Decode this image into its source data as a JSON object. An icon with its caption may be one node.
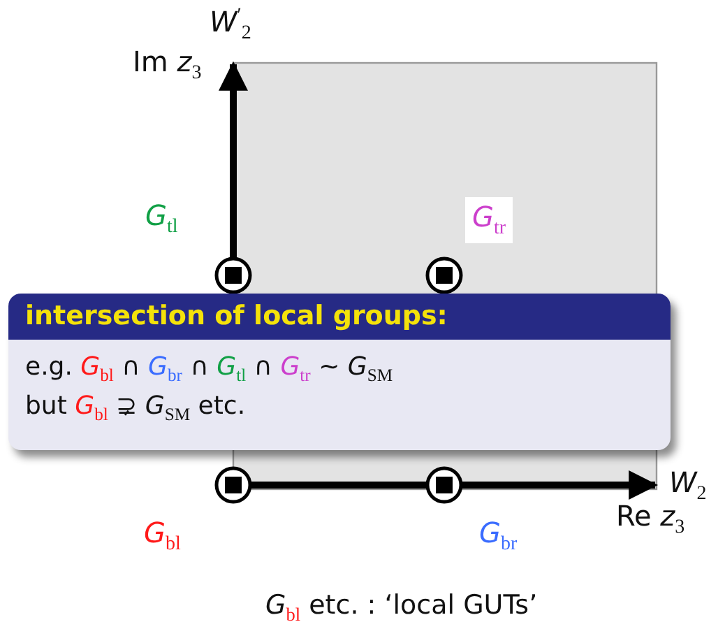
{
  "diagram": {
    "nodes": [
      {
        "text": [
          "intersection of local groups:",
          "e.g. *G*$_{bl}$ ∩ *G*$_{br}$ ∩ *G*$_{tl}$ ∩ *G*$_{tr}$ ∼ *G*$_{SM}$",
          "but *G*$_{bl}$ ⊋ *G*$_{SM}$ etc."
        ]
      }
    ],
    "labels": [
      "*W*$^{′}$$_{2}$",
      "Im *z*$_{3}$",
      "*G*$_{tl}$",
      "*G*$_{tr}$",
      "*W*$_{2}$",
      "Re *z*$_{3}$",
      "*G*$_{bl}$",
      "*G*$_{br}$",
      "*G*$_{bl}$ etc. : ‘local GUTs’"
    ]
  }
}
